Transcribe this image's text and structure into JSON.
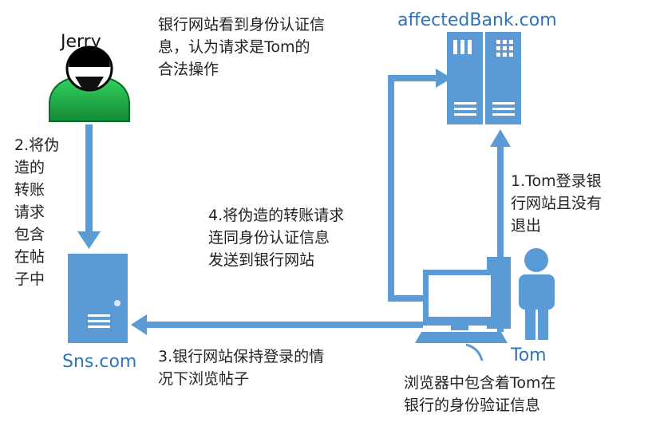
{
  "actors": {
    "jerry": "Jerry",
    "tom": "Tom",
    "bank": "affectedBank.com",
    "sns": "Sns.com"
  },
  "steps": {
    "step1": "1.Tom登录银\n行网站且没有\n退出",
    "step2": "2.将伪\n造的\n转账\n请求\n包含\n在帖\n子中",
    "step3": "3.银行网站保持登录的情\n况下浏览帖子",
    "step4": "4.将伪造的转账请求\n连同身份认证信息\n发送到银行网站"
  },
  "notes": {
    "bank_note": "银行网站看到身份认证信\n息，认为请求是Tom的\n合法操作",
    "browser_note": "浏览器中包含着Tom在\n银行的身份验证信息"
  },
  "colors": {
    "arrow": "#5b9bd5",
    "server": "#5b9bd5",
    "jerry_body": "#22a84a",
    "tom": "#5b9bd5",
    "label_blue": "#2f73b8"
  },
  "icons": [
    "hacker-icon",
    "bank-server-icon",
    "sns-server-icon",
    "computer-icon",
    "person-icon"
  ]
}
